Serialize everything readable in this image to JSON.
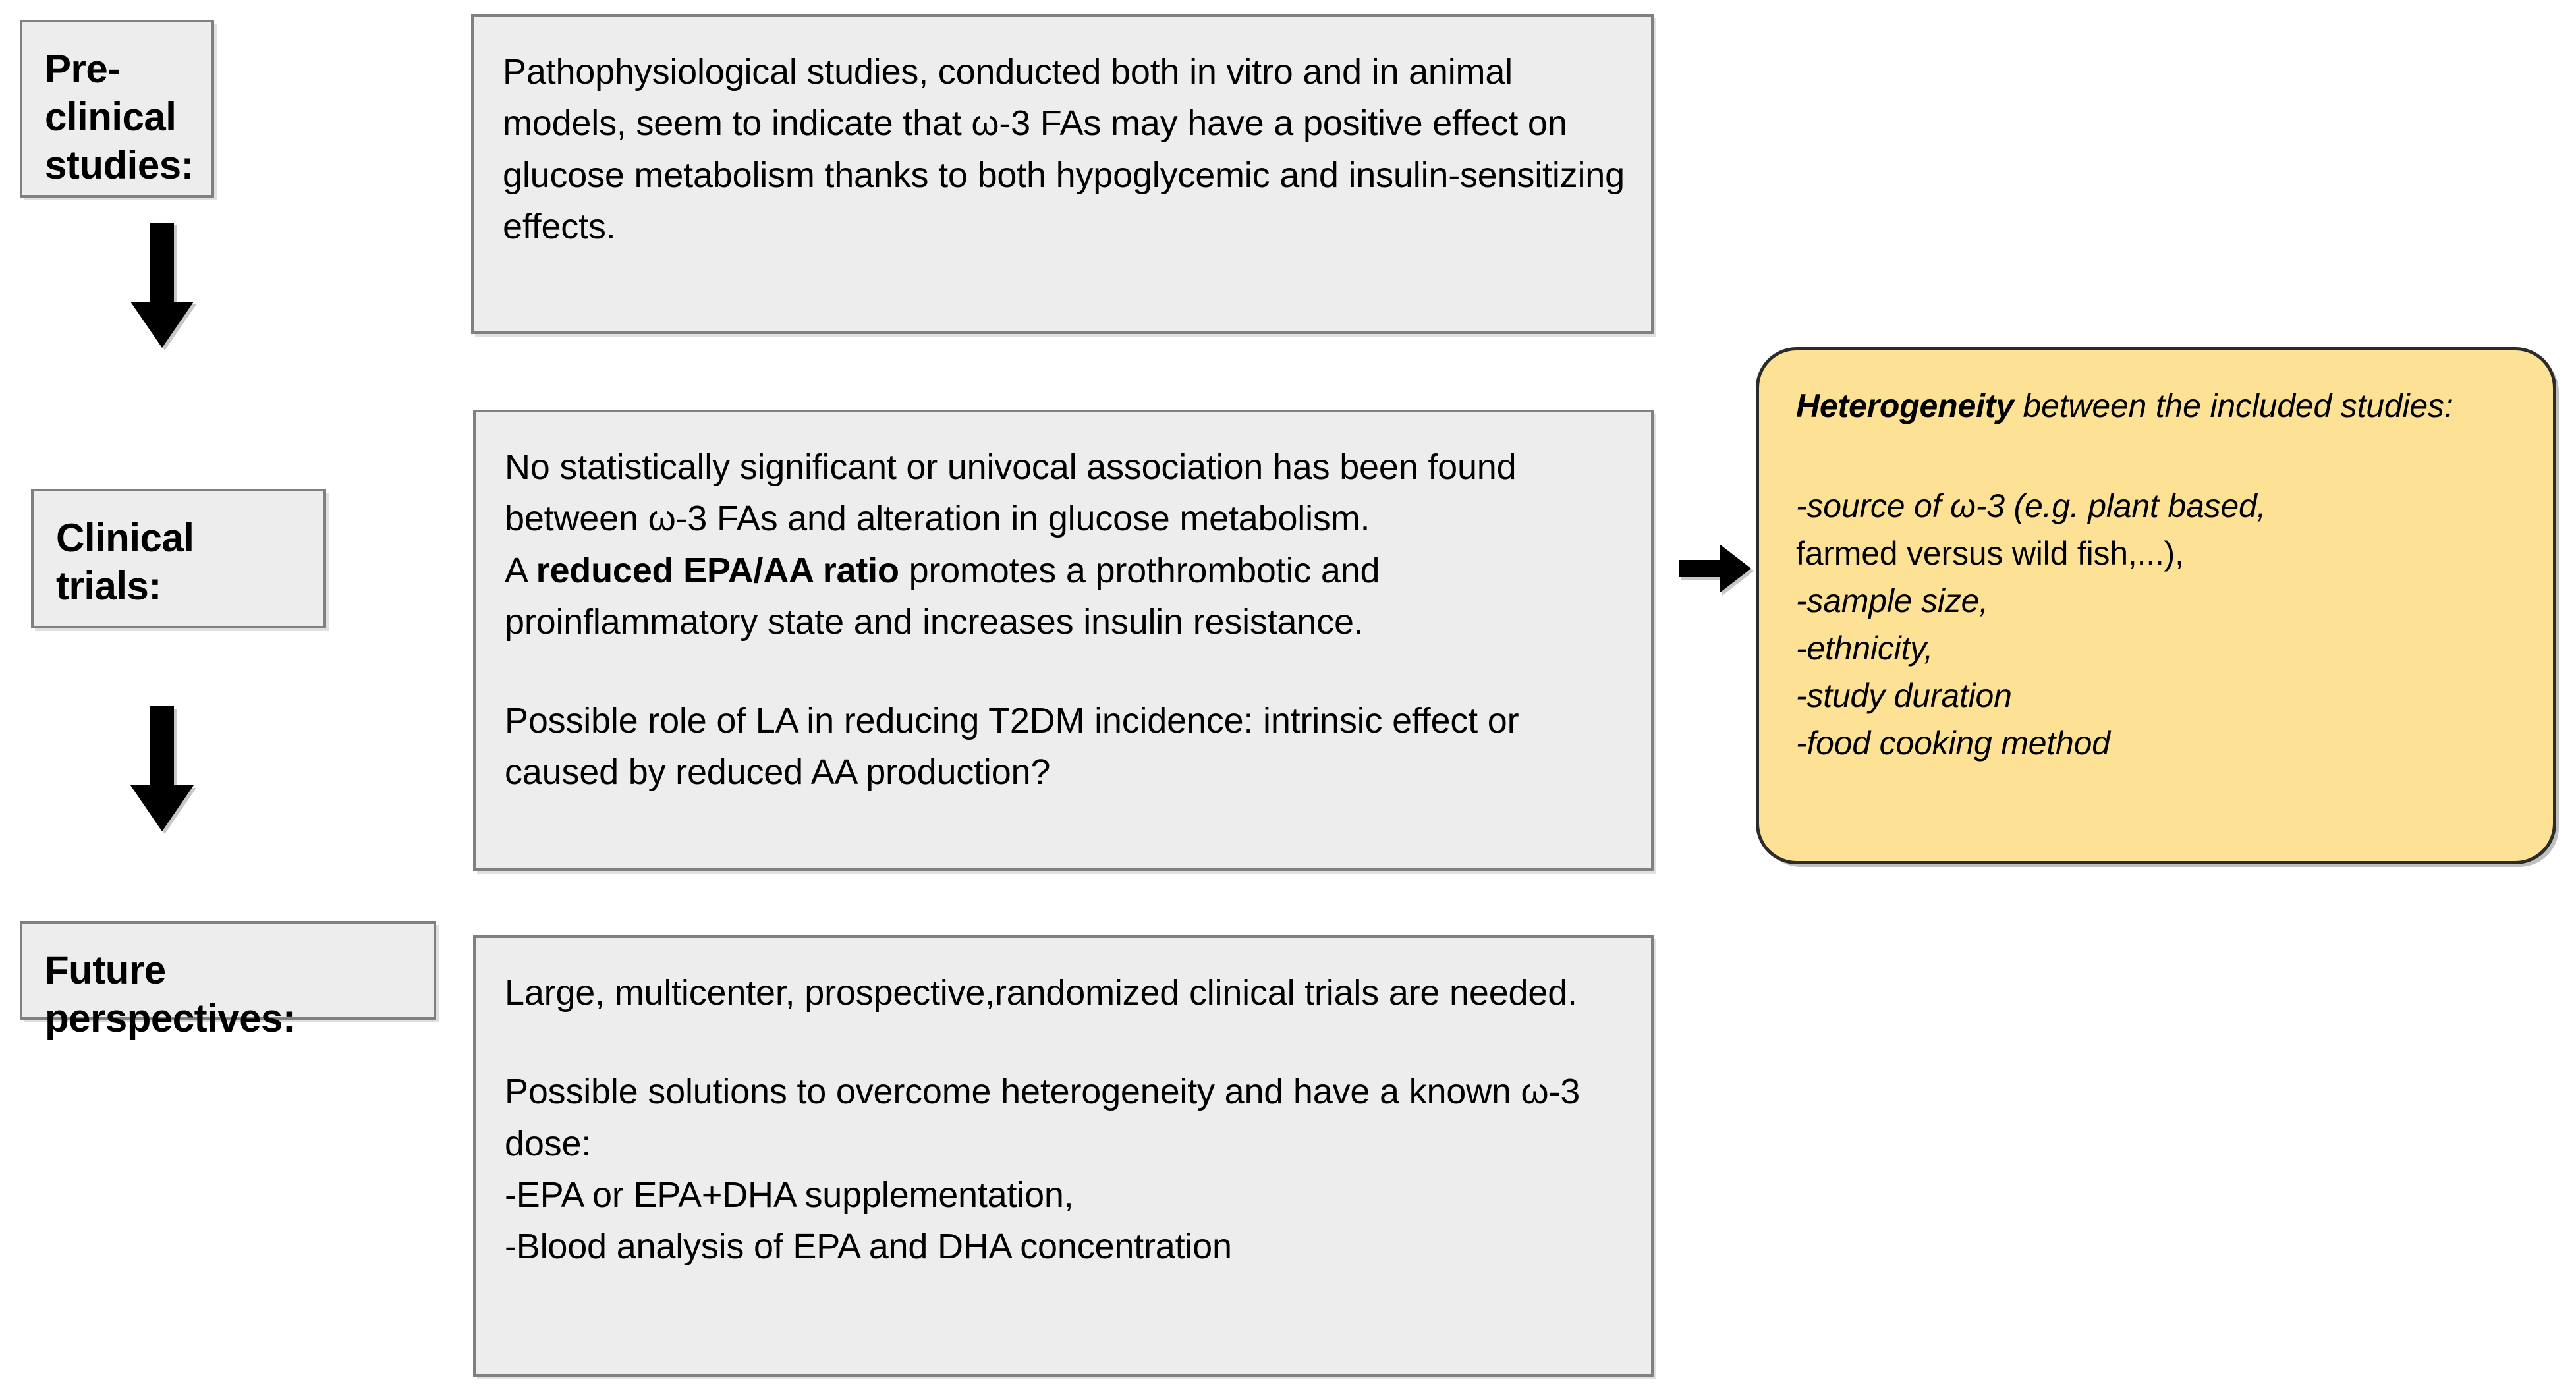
{
  "diagram": {
    "title": "Omega-3 fatty acids and glucose metabolism evidence summary flowchart",
    "colors": {
      "box_fill": "#ededed",
      "box_border": "#808080",
      "highlight_fill": "#fde194",
      "highlight_border": "#2b2b2b",
      "text": "#000000"
    },
    "stages": [
      {
        "id": "pre-clinical",
        "label": "Pre-clinical\nstudies:"
      },
      {
        "id": "clinical",
        "label": "Clinical\ntrials:"
      },
      {
        "id": "future",
        "label": "Future\nperspectives:"
      }
    ],
    "panels": {
      "preclinical": {
        "paragraphs": [
          "Pathophysiological studies, conducted both in vitro and in animal models, seem to indicate that ω-3 FAs may have a positive effect on glucose metabolism thanks to both hypoglycemic and insulin-sensitizing effects."
        ]
      },
      "clinical": {
        "line1": "No statistically significant or univocal association has been found between ω-3 FAs and alteration in glucose metabolism.",
        "line2_pre": "A ",
        "line2_bold": "reduced EPA/AA ratio",
        "line2_post": " promotes a prothrombotic and proinflammatory state and increases insulin resistance.",
        "line3": "Possible role of LA in reducing T2DM incidence: intrinsic effect or caused by reduced AA production?"
      },
      "future": {
        "line1": "Large, multicenter, prospective,randomized clinical trials are needed.",
        "line2": "Possible solutions to overcome heterogeneity and have a known ω-3 dose:",
        "bullets": [
          "-EPA or EPA+DHA supplementation,",
          "-Blood analysis of EPA and DHA concentration"
        ]
      },
      "heterogeneity": {
        "heading_bold": "Heterogeneity",
        "heading_rest": " between the included studies:",
        "items_line1_italic": "-source of ω-3 (e.g. plant based,",
        "items_line2_upright": "farmed versus wild fish,...),",
        "items_rest": [
          "-sample size,",
          "-ethnicity,",
          "-study duration",
          "-food cooking method"
        ]
      }
    },
    "arrows": [
      {
        "id": "arrow-down-1",
        "direction": "down",
        "from": "pre-clinical",
        "to": "clinical"
      },
      {
        "id": "arrow-down-2",
        "direction": "down",
        "from": "clinical",
        "to": "future"
      },
      {
        "id": "arrow-right-1",
        "direction": "right",
        "from": "clinical-text",
        "to": "heterogeneity"
      }
    ]
  }
}
